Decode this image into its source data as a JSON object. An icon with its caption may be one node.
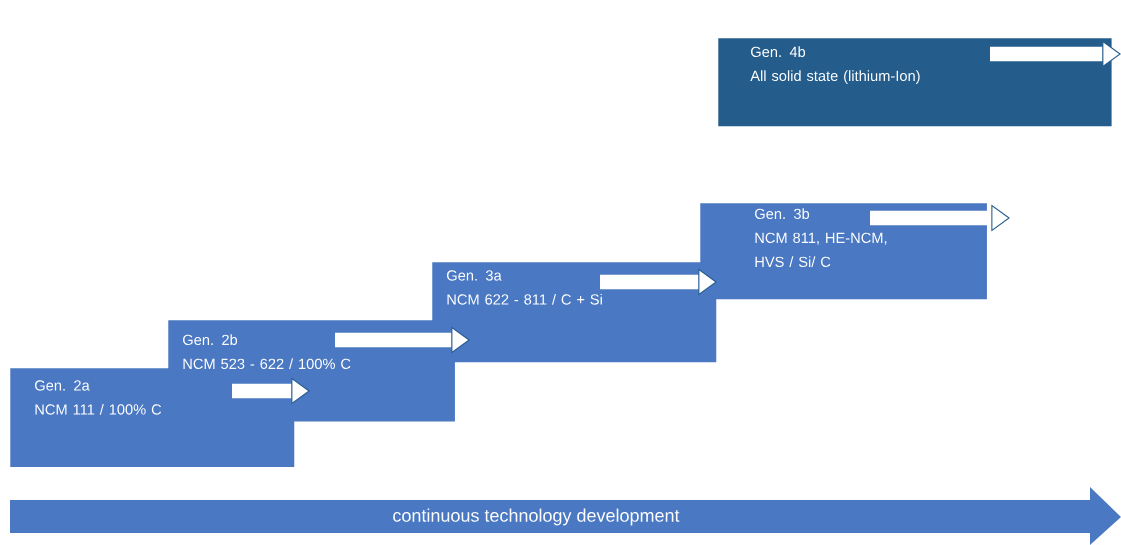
{
  "diagram": {
    "nodes": [
      {
        "text": [
          "Gen. 2a",
          "NCM 111 / 100% C"
        ]
      },
      {
        "text": [
          "Gen. 2b",
          "NCM 523 - 622 / 100% C"
        ]
      },
      {
        "text": [
          "Gen. 3a",
          "NCM 622 - 811 / C + Si"
        ]
      },
      {
        "text": [
          "Gen. 3b",
          "NCM 811, HE-NCM, HVS / Si/ C"
        ]
      },
      {
        "text": [
          "Gen. 4b",
          "All solid state (lithium-Ion)"
        ]
      },
      {
        "text": [
          "continuous technology development"
        ]
      }
    ],
    "edges": [
      {
        "from": 0,
        "to": 1,
        "arrow": "to"
      },
      {
        "from": 1,
        "to": 2,
        "arrow": "to"
      },
      {
        "from": 2,
        "to": 3,
        "arrow": "to"
      },
      {
        "from": 3,
        "to": null,
        "arrow": "to"
      },
      {
        "from": 4,
        "to": null,
        "arrow": "to"
      }
    ]
  }
}
